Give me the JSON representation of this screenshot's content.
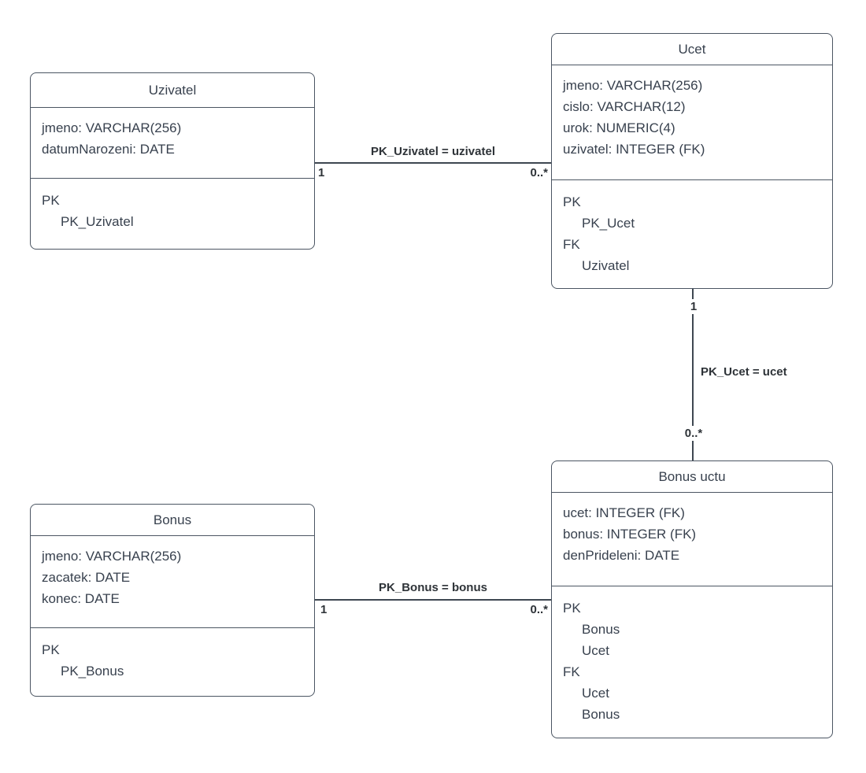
{
  "diagram": {
    "type": "er-diagram",
    "background_color": "#ffffff",
    "colors": {
      "entity_border": "#4b5562",
      "entity_text": "#38414e",
      "edge_line": "#3e4751",
      "edge_text": "#2e3338"
    },
    "entities": [
      {
        "name": "Uzivatel",
        "attributes": [
          "jmeno: VARCHAR(256)",
          "datumNarozeni: DATE"
        ],
        "keys": [
          {
            "label": "PK"
          },
          {
            "label": "PK_Uzivatel"
          }
        ]
      },
      {
        "name": "Ucet",
        "attributes": [
          "jmeno: VARCHAR(256)",
          "cislo: VARCHAR(12)",
          "urok: NUMERIC(4)",
          "uzivatel: INTEGER (FK)"
        ],
        "keys": [
          {
            "label": "PK"
          },
          {
            "label": "PK_Ucet"
          },
          {
            "label": "FK"
          },
          {
            "label": "Uzivatel"
          }
        ]
      },
      {
        "name": "Bonus",
        "attributes": [
          "jmeno: VARCHAR(256)",
          "zacatek: DATE",
          "konec: DATE"
        ],
        "keys": [
          {
            "label": "PK"
          },
          {
            "label": "PK_Bonus"
          }
        ]
      },
      {
        "name": "Bonus uctu",
        "attributes": [
          "ucet: INTEGER (FK)",
          "bonus: INTEGER (FK)",
          "denPrideleni: DATE"
        ],
        "keys": [
          {
            "label": "PK"
          },
          {
            "label": "Bonus"
          },
          {
            "label": "Ucet"
          },
          {
            "label": "FK"
          },
          {
            "label": "Ucet"
          },
          {
            "label": "Bonus"
          }
        ]
      }
    ],
    "relationships": [
      {
        "from": "Uzivatel",
        "to": "Ucet",
        "label": "PK_Uzivatel = uzivatel",
        "from_cardinality": "1",
        "to_cardinality": "0..*"
      },
      {
        "from": "Ucet",
        "to": "Bonus uctu",
        "label": "PK_Ucet = ucet",
        "from_cardinality": "1",
        "to_cardinality": "0..*"
      },
      {
        "from": "Bonus",
        "to": "Bonus uctu",
        "label": "PK_Bonus = bonus",
        "from_cardinality": "1",
        "to_cardinality": "0..*"
      }
    ]
  }
}
